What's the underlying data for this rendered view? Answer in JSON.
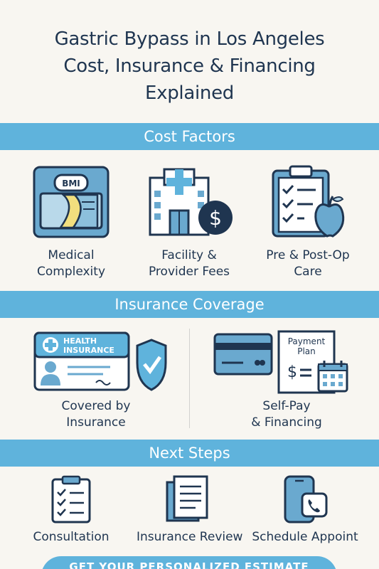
{
  "title": {
    "line1": "Gastric Bypass in Los Angeles",
    "line2": "Cost, Insurance & Financing",
    "line3": "Explained"
  },
  "sections": {
    "cost": {
      "heading": "Cost Factors",
      "items": [
        {
          "icon": "bmi-scale-icon",
          "line1": "Medical",
          "line2": "Complexity",
          "badge": "BMI"
        },
        {
          "icon": "hospital-dollar-icon",
          "line1": "Facility &",
          "line2": "Provider Fees"
        },
        {
          "icon": "clipboard-apple-icon",
          "line1": "Pre & Post-Op",
          "line2": "Care"
        }
      ]
    },
    "insurance": {
      "heading": "Insurance Coverage",
      "items": [
        {
          "icon": "insurance-card-shield-icon",
          "line1": "Covered by",
          "line2": "Insurance",
          "card_line1": "HEALTH",
          "card_line2": "INSURANCE"
        },
        {
          "icon": "credit-card-payment-plan-icon",
          "line1": "Self-Pay",
          "line2": "& Financing",
          "plan_line1": "Payment",
          "plan_line2": "Plan"
        }
      ]
    },
    "next": {
      "heading": "Next Steps",
      "items": [
        {
          "icon": "checklist-icon",
          "label": "Consultation"
        },
        {
          "icon": "document-icon",
          "label": "Insurance Review"
        },
        {
          "icon": "phone-icon",
          "label": "Schedule Appoint"
        }
      ]
    }
  },
  "cta": {
    "label": "GET YOUR PERSONALIZED ESTIMATE"
  },
  "colors": {
    "navy": "#1f3550",
    "accent": "#5fb3dc",
    "icon_fill": "#6aa9cf",
    "icon_light": "#b9d9ea",
    "background": "#f8f6f1",
    "yellow": "#f2df7e"
  }
}
